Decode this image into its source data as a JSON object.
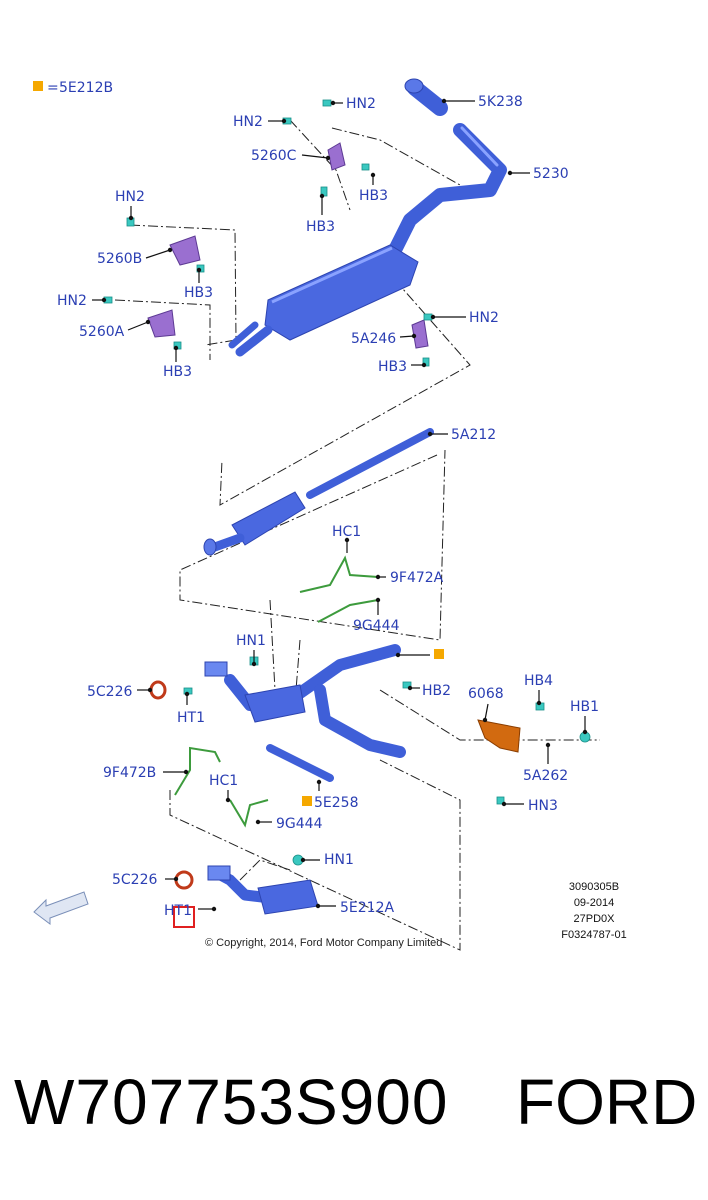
{
  "legend": {
    "symbol_text": "=",
    "part": "5E212B",
    "marker_color": "#f5a800"
  },
  "parts": {
    "p_5k238": "5K238",
    "p_5230": "5230",
    "p_hn2_top_a": "HN2",
    "p_hn2_top_b": "HN2",
    "p_5260c": "5260C",
    "p_hb3_c1": "HB3",
    "p_hb3_c2": "HB3",
    "p_hn2_b": "HN2",
    "p_5260b": "5260B",
    "p_hb3_b": "HB3",
    "p_hn2_a": "HN2",
    "p_5260a": "5260A",
    "p_hb3_a": "HB3",
    "p_hn2_r": "HN2",
    "p_5a246": "5A246",
    "p_hb3_r": "HB3",
    "p_5a212": "5A212",
    "p_hc1_top": "HC1",
    "p_9f472a": "9F472A",
    "p_9g444_top": "9G444",
    "p_hn1_top": "HN1",
    "p_5c226_top": "5C226",
    "p_ht1_top": "HT1",
    "p_hb2": "HB2",
    "p_6068": "6068",
    "p_hb4": "HB4",
    "p_hb1": "HB1",
    "p_5a262": "5A262",
    "p_hn3": "HN3",
    "p_9f472b": "9F472B",
    "p_hc1_bot": "HC1",
    "p_5e258": "5E258",
    "p_9g444_bot": "9G444",
    "p_hn1_bot": "HN1",
    "p_5c226_bot": "5C226",
    "p_ht1_bot": "HT1",
    "p_5e212a": "5E212A"
  },
  "metadata": {
    "line1": "3090305B",
    "line2": "09-2014",
    "line3": "27PD0X",
    "line4": "F0324787-01"
  },
  "copyright": "© Copyright, 2014, Ford Motor Company Limited",
  "caption": {
    "part_number": "W707753S900",
    "brand": "FORD"
  },
  "colors": {
    "label_blue": "#2b3fb3",
    "exhaust_blue": "#4a68e0",
    "hanger_purple": "#9a6fd0",
    "heat_shield_orange": "#d26a10",
    "clip_teal": "#3ac8c0",
    "sensor_green": "#3d9b3d",
    "highlight_red": "#e02020",
    "legend_orange": "#f5a800"
  }
}
